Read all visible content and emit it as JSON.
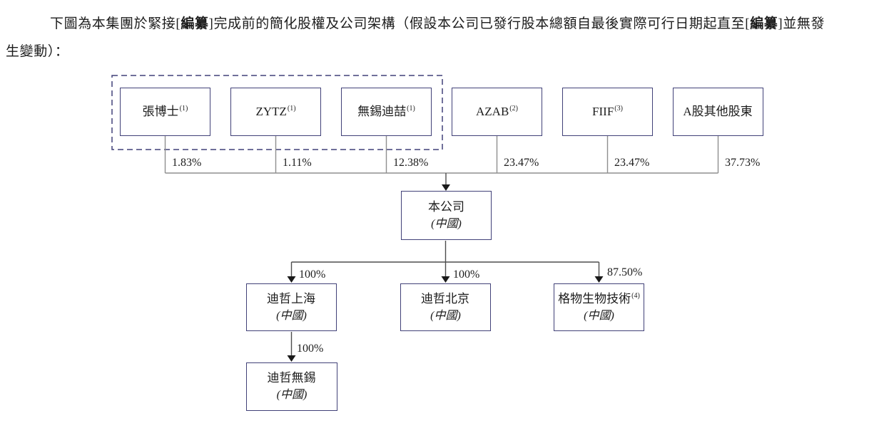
{
  "intro": {
    "seg1": "下圖為本集團於緊接[",
    "redact1": "編纂",
    "seg2": "]完成前的簡化股權及公司架構（假設本公司已發行股本總額自最後實際可行日期起直至[",
    "redact2": "編纂",
    "seg3": "]並無發",
    "line2": "生變動）："
  },
  "diagram": {
    "shareholders": [
      {
        "name": "張博士",
        "sup": "(1)",
        "pct": "1.83%",
        "in_dashed_group": true
      },
      {
        "name": "ZYTZ",
        "sup": "(1)",
        "pct": "1.11%",
        "in_dashed_group": true
      },
      {
        "name": "無錫迪喆",
        "sup": "(1)",
        "pct": "12.38%",
        "in_dashed_group": true
      },
      {
        "name": "AZAB",
        "sup": "(2)",
        "pct": "23.47%",
        "in_dashed_group": false
      },
      {
        "name": "FIIF",
        "sup": "(3)",
        "pct": "23.47%",
        "in_dashed_group": false
      },
      {
        "name": "A股其他股東",
        "sup": "",
        "pct": "37.73%",
        "in_dashed_group": false
      }
    ],
    "company": {
      "name": "本公司",
      "location": "(中國)"
    },
    "subsidiaries": [
      {
        "name": "迪哲上海",
        "sup": "",
        "location": "(中國)",
        "pct": "100%"
      },
      {
        "name": "迪哲北京",
        "sup": "",
        "location": "(中國)",
        "pct": "100%"
      },
      {
        "name": "格物生物技術",
        "sup": "(4)",
        "location": "(中國)",
        "pct": "87.50%"
      }
    ],
    "grand_subsidiary": {
      "name": "迪哲無錫",
      "sup": "",
      "location": "(中國)",
      "pct": "100%"
    },
    "colors": {
      "box_border": "#414178",
      "dashed_outline": "#414178",
      "connector_gray": "#8f8f8f",
      "connector_dark": "#4d4d4d",
      "arrowhead": "#1a1a1a",
      "text": "#1c1c1c"
    }
  }
}
